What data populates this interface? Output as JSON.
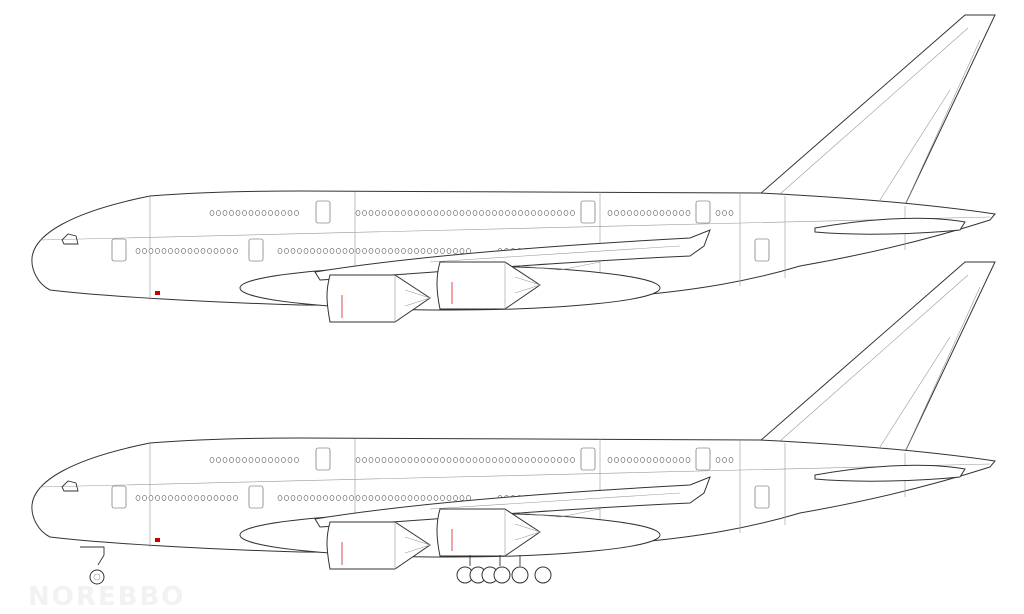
{
  "views": [
    {
      "name": "side-view-gear-up",
      "landing_gear": false
    },
    {
      "name": "side-view-gear-down",
      "landing_gear": true
    }
  ],
  "colors": {
    "line": "#333333",
    "panel_line": "#999999",
    "marker": "#cc0000",
    "background": "#ffffff"
  },
  "watermark": "NOREBBO"
}
